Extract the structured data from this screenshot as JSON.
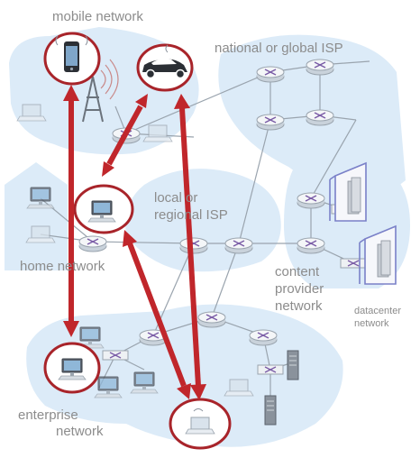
{
  "labels": {
    "mobile_network": "mobile network",
    "national_isp": "national or global ISP",
    "local_isp_line1": "local or",
    "local_isp_line2": "regional ISP",
    "home_network": "home network",
    "content_line1": "content",
    "content_line2": "provider",
    "content_line3": "network",
    "datacenter_line1": "datacenter",
    "datacenter_line2": "network",
    "enterprise_line1": "enterprise",
    "enterprise_line2": "network"
  },
  "colors": {
    "cloud": "#dcebf8",
    "link": "#9aa4ae",
    "router_top": "#f4f6f8",
    "router_mark": "#7a5ba6",
    "highlight": "#c0262b",
    "label": "#8c8c8c",
    "building": "#7a80c8"
  },
  "icons": [
    "smartphone-icon",
    "car-icon",
    "cell-tower-icon",
    "desktop-computer-icon",
    "laptop-icon",
    "server-icon",
    "router-icon",
    "datacenter-building-icon"
  ]
}
